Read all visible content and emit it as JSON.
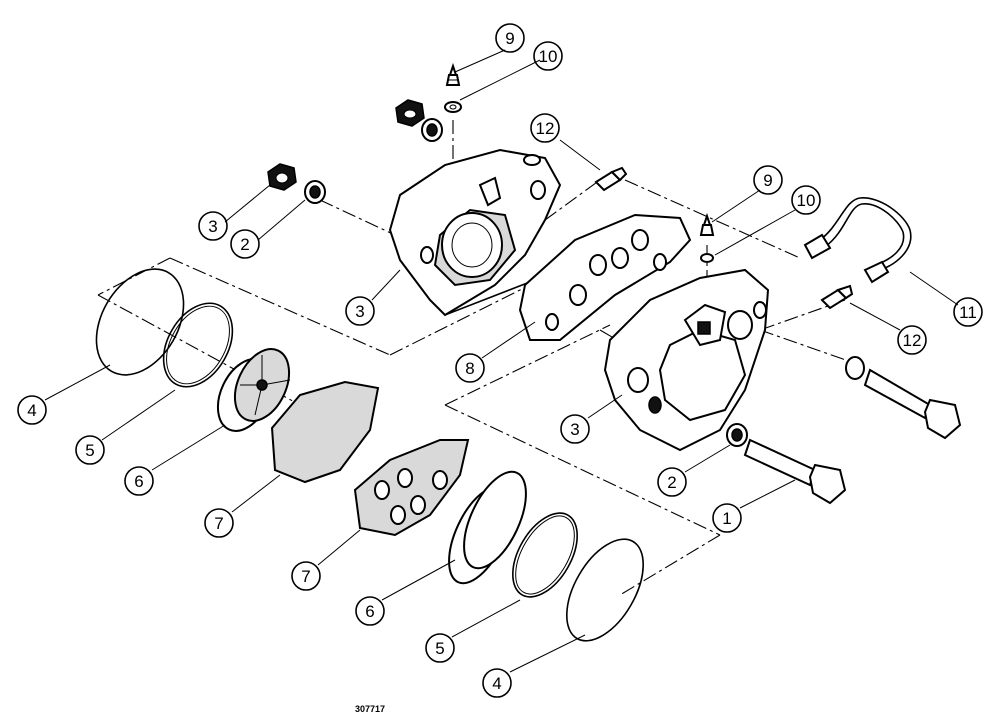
{
  "figure": {
    "number": "307717",
    "callouts": [
      {
        "id": "9-top",
        "label": "9"
      },
      {
        "id": "10-top",
        "label": "10"
      },
      {
        "id": "12-top",
        "label": "12"
      },
      {
        "id": "3-nut",
        "label": "3"
      },
      {
        "id": "2-washer-left",
        "label": "2"
      },
      {
        "id": "3-left-housing",
        "label": "3"
      },
      {
        "id": "9-right",
        "label": "9"
      },
      {
        "id": "10-right",
        "label": "10"
      },
      {
        "id": "11",
        "label": "11"
      },
      {
        "id": "12-right",
        "label": "12"
      },
      {
        "id": "8",
        "label": "8"
      },
      {
        "id": "3-right-housing",
        "label": "3"
      },
      {
        "id": "4-upper",
        "label": "4"
      },
      {
        "id": "5-upper",
        "label": "5"
      },
      {
        "id": "6-upper",
        "label": "6"
      },
      {
        "id": "7-upper",
        "label": "7"
      },
      {
        "id": "2-washer-right",
        "label": "2"
      },
      {
        "id": "1",
        "label": "1"
      },
      {
        "id": "7-lower",
        "label": "7"
      },
      {
        "id": "6-lower",
        "label": "6"
      },
      {
        "id": "5-lower",
        "label": "5"
      },
      {
        "id": "4-lower",
        "label": "4"
      }
    ]
  }
}
